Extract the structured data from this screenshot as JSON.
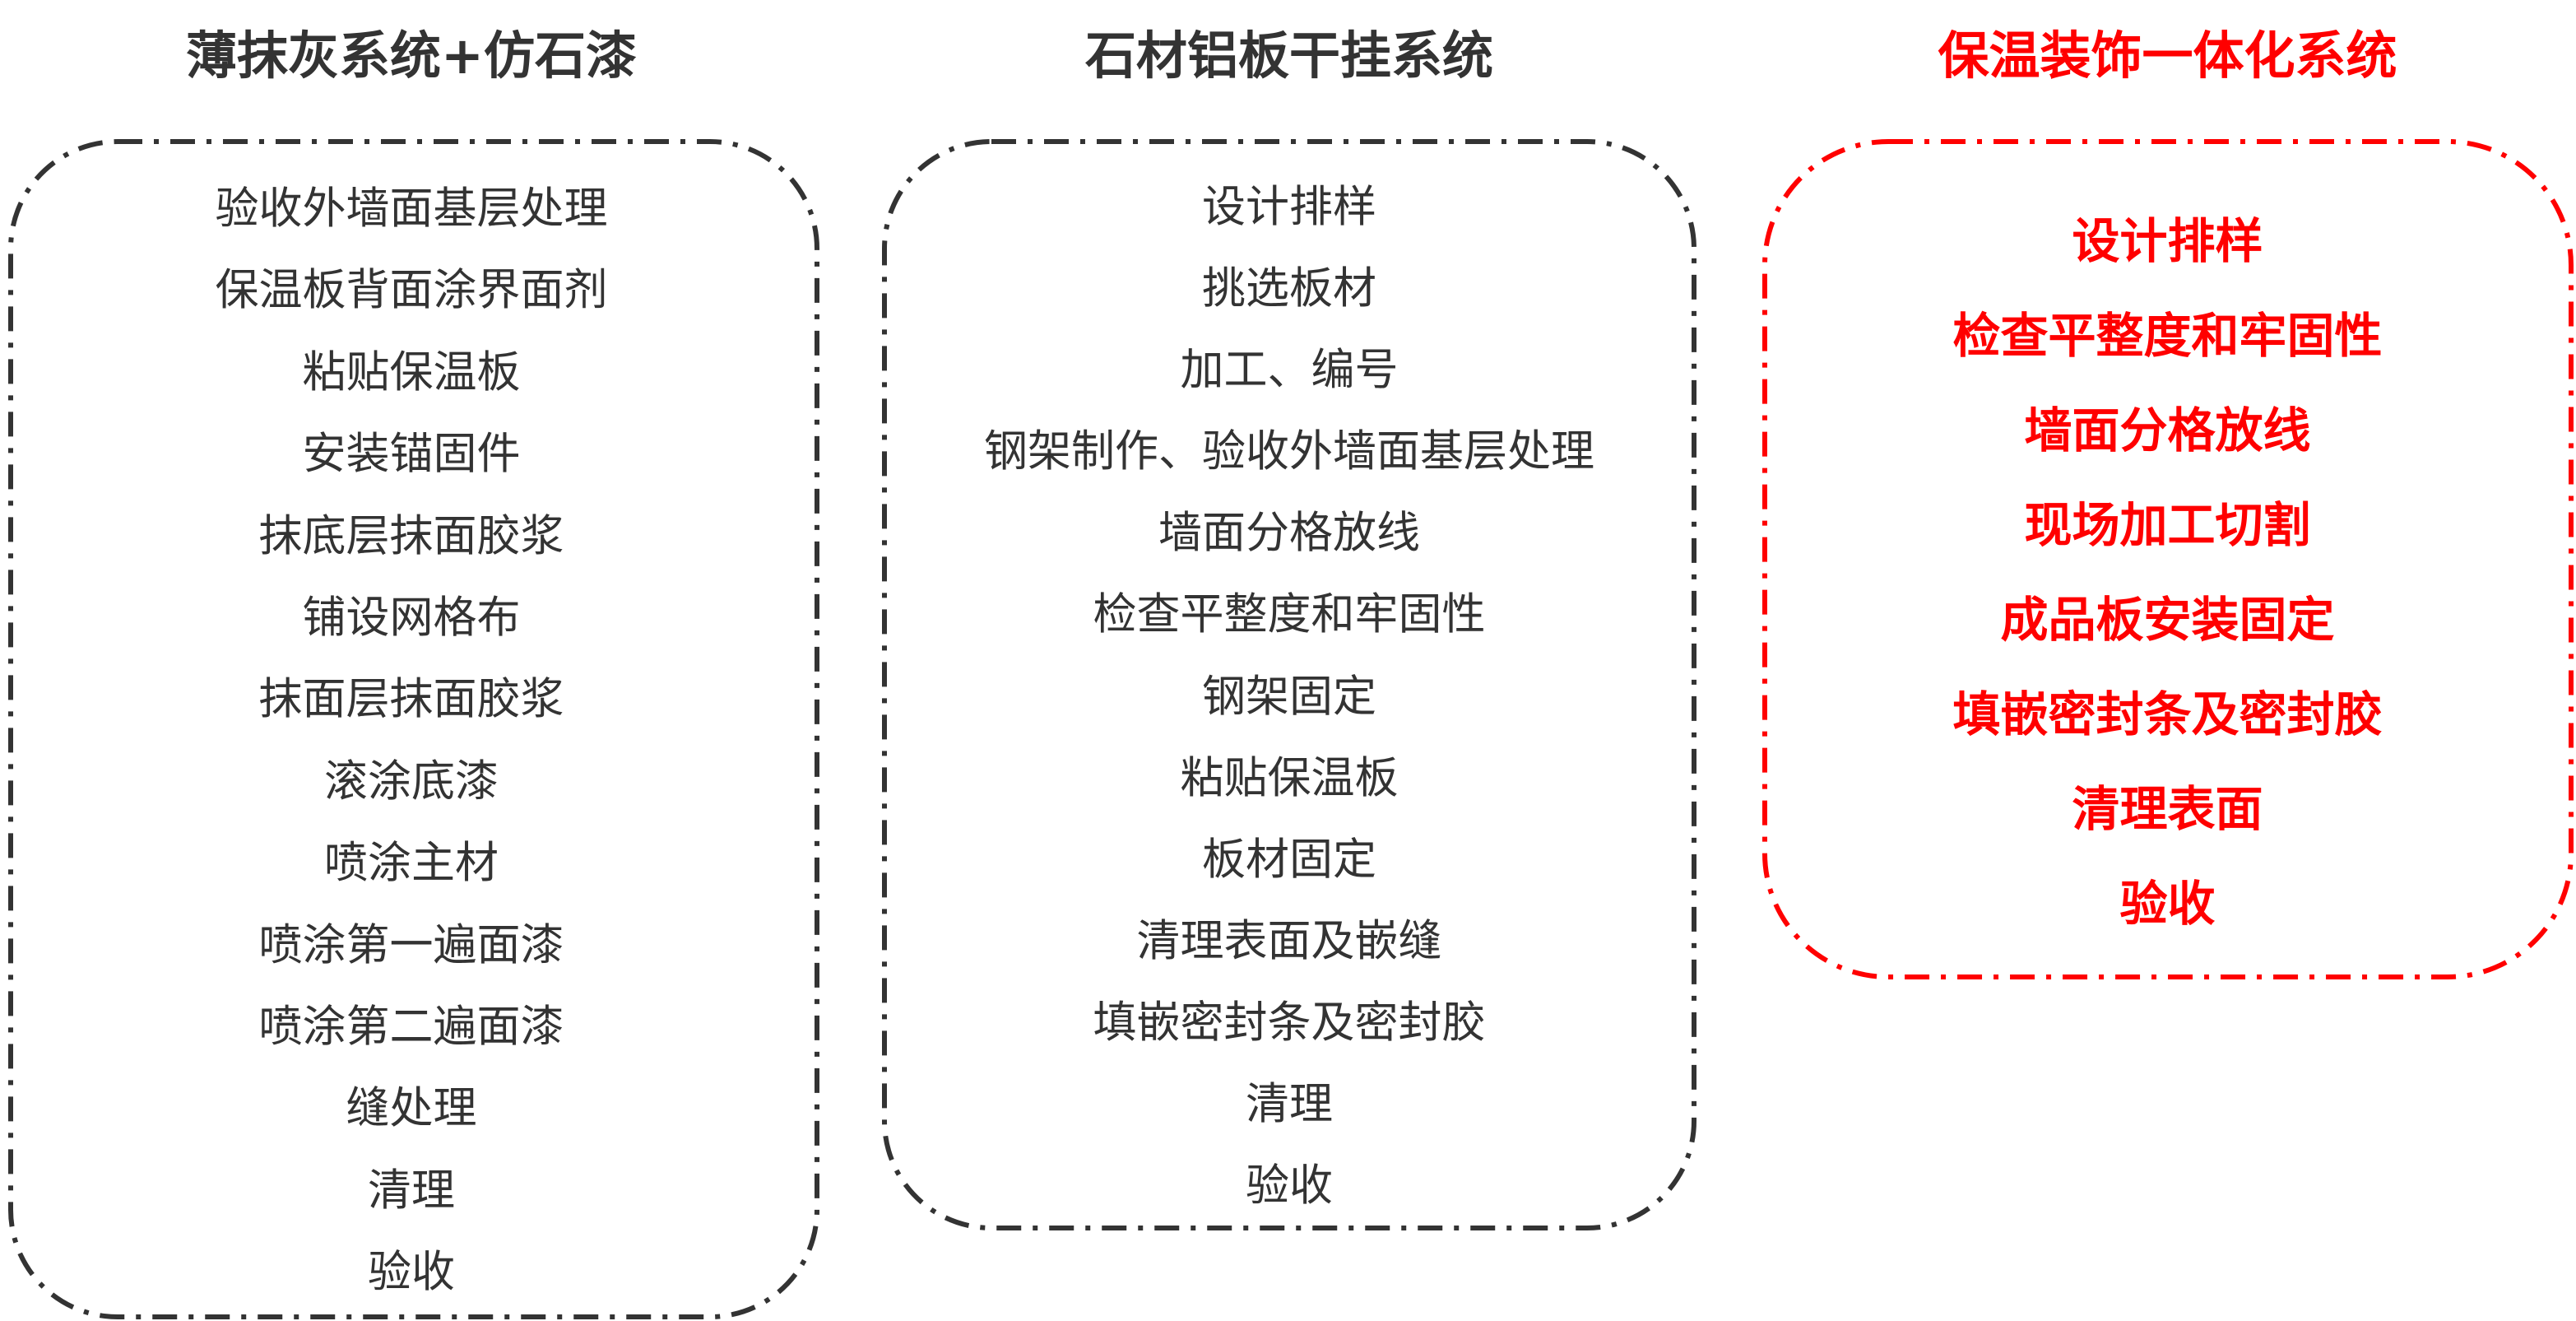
{
  "columns": [
    {
      "title": "薄抹灰系统+仿石漆",
      "color": "#333333",
      "steps": [
        "验收外墙面基层处理",
        "保温板背面涂界面剂",
        "粘贴保温板",
        "安装锚固件",
        "抹底层抹面胶浆",
        "铺设网格布",
        "抹面层抹面胶浆",
        "滚涂底漆",
        "喷涂主材",
        "喷涂第一遍面漆",
        "喷涂第二遍面漆",
        "缝处理",
        "清理",
        "验收"
      ]
    },
    {
      "title": "石材铝板干挂系统",
      "color": "#333333",
      "steps": [
        "设计排样",
        "挑选板材",
        "加工、编号",
        "钢架制作、验收外墙面基层处理",
        "墙面分格放线",
        "检查平整度和牢固性",
        "钢架固定",
        "粘贴保温板",
        "板材固定",
        "清理表面及嵌缝",
        "填嵌密封条及密封胶",
        "清理",
        "验收"
      ]
    },
    {
      "title": "保温装饰一体化系统",
      "color": "#ff0000",
      "steps": [
        "设计排样",
        "检查平整度和牢固性",
        "墙面分格放线",
        "现场加工切割",
        "成品板安装固定",
        "填嵌密封条及密封胶",
        "清理表面",
        "验收"
      ]
    }
  ]
}
